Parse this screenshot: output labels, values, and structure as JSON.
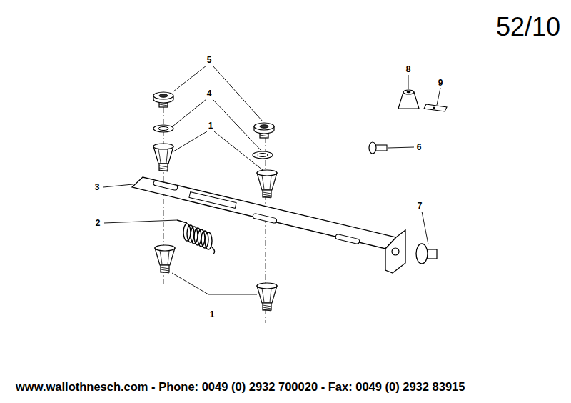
{
  "diagram": {
    "labels": [
      "52/10",
      "5",
      "4",
      "1",
      "8",
      "9",
      "6",
      "3",
      "2",
      "7",
      "1",
      "www.wallothnesch.com - Phone: 0049 (0) 2932 700020 - Fax: 0049 (0) 2932 83915"
    ]
  }
}
